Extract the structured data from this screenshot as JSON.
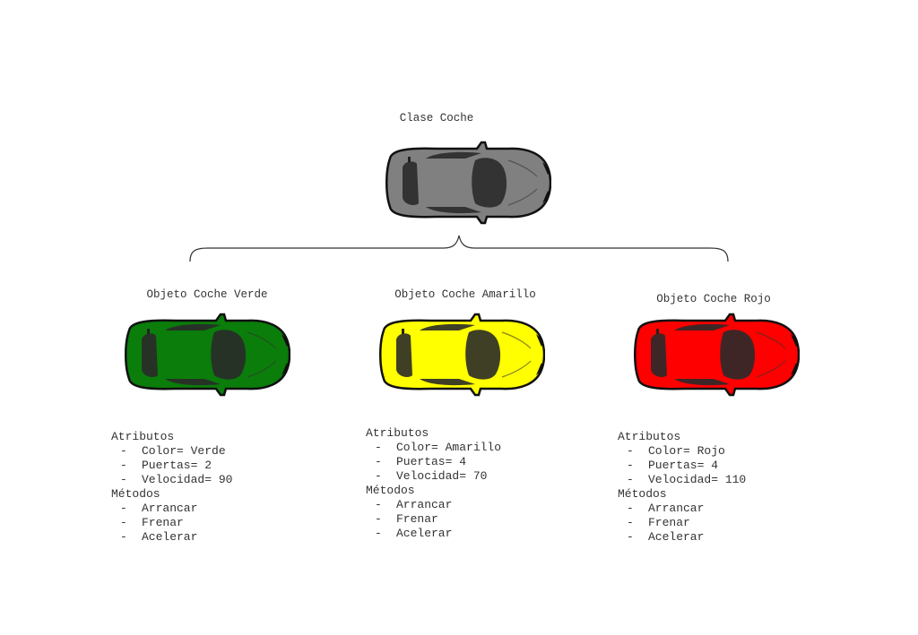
{
  "class": {
    "title": "Clase Coche",
    "color": "#808080"
  },
  "objects": [
    {
      "title": "Objeto Coche Verde",
      "color": "#0a7d0a",
      "attributes_header": "Atributos",
      "attributes": [
        "Color= Verde",
        "Puertas= 2",
        "Velocidad= 90"
      ],
      "methods_header": "Métodos",
      "methods": [
        "Arrancar",
        "Frenar",
        "Acelerar"
      ]
    },
    {
      "title": "Objeto Coche Amarillo",
      "color": "#ffff00",
      "attributes_header": "Atributos",
      "attributes": [
        "Color= Amarillo",
        "Puertas= 4",
        "Velocidad= 70"
      ],
      "methods_header": "Métodos",
      "methods": [
        "Arrancar",
        "Frenar",
        "Acelerar"
      ]
    },
    {
      "title": "Objeto Coche Rojo",
      "color": "#ff0000",
      "attributes_header": "Atributos",
      "attributes": [
        "Color= Rojo",
        "Puertas= 4",
        "Velocidad= 110"
      ],
      "methods_header": "Métodos",
      "methods": [
        "Arrancar",
        "Frenar",
        "Acelerar"
      ]
    }
  ],
  "dash": "-"
}
